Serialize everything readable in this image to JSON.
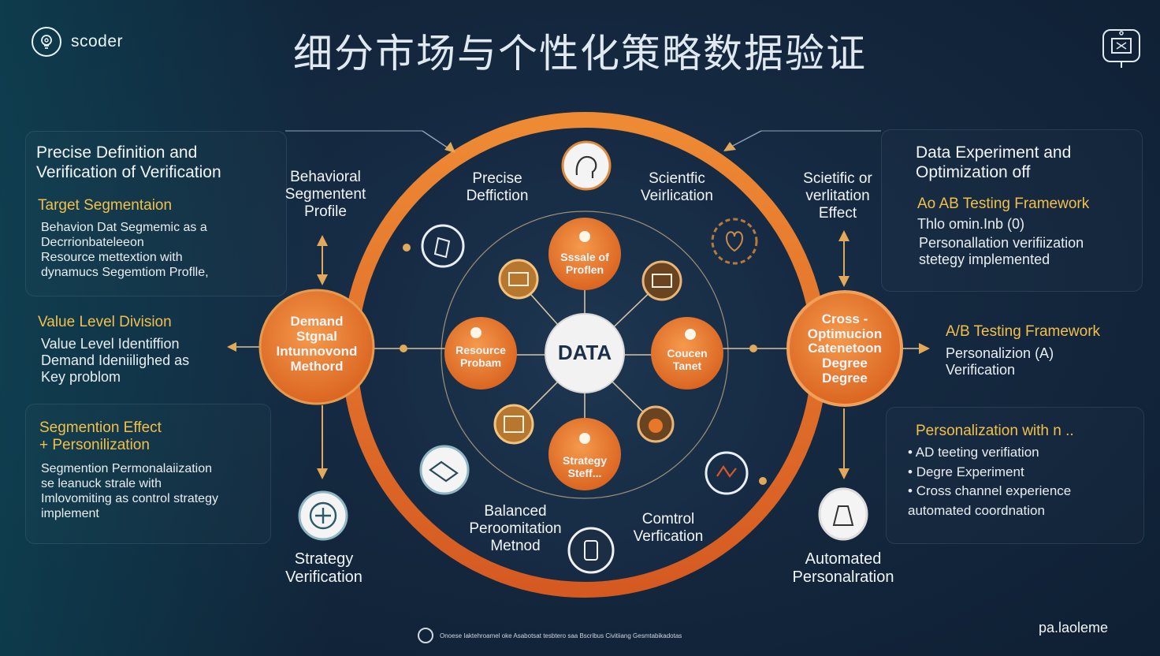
{
  "header": {
    "logo_text": "scoder",
    "title": "细分市场与个性化策略数据验证"
  },
  "left": {
    "panel1": {
      "heading": "Precise Definition and\nVerification of Verification",
      "subheading": "Target Segmentaion",
      "body": "Behavion Dat Segmemic  as a\nDecrrionbateleeon\nResource mettextion with\ndynamucs Segemtiom Proflle,"
    },
    "panel2": {
      "subheading": "Value Level Division",
      "body": "Value Level Identiffion\nDemand  Ideniilighed as\nKey problom"
    },
    "panel3": {
      "subheading": "Segmention Effect\n+ Personilization",
      "body": "Segmention Permonalaiization\nse leanuck strale with\nImlovomiting as control strategy\nimplement"
    }
  },
  "right": {
    "panel1": {
      "heading": "Data Experiment and\nOptimization off",
      "subheading": "Ao AB Testing Framework",
      "line2": "Thlo omin.Inb  (0)",
      "body": "Personallation verifiization\nstetegy implemented"
    },
    "panel2": {
      "subheading": "A/B Testing Framework",
      "body": "Personalizion (A)\nVerification"
    },
    "panel3": {
      "subheading": "Personalization with n ..",
      "bullets": [
        "AD teeting verifiation",
        "Degre  Experiment",
        "Cross channel experience\nautomated coordnation"
      ]
    }
  },
  "diagram": {
    "center": "DATA",
    "left_node": "Demand\nStgnal\nIntunnovond\nMethord",
    "right_node": "Cross -\nOptimucion\nCatenetoon\nDegree\nDegree",
    "inner_top": "Sssale of\nProflen",
    "inner_left": "Resource\nProbam",
    "inner_right": "Coucen\nTanet",
    "inner_bottom": "Strategy\nSteff...",
    "label_behavioral": "Behavioral\nSegmentent\nProfile",
    "label_precise": "Precise\nDeffiction",
    "label_scientific": "Scientfic\nVeirlication",
    "label_scietific_effect": "Scietific or\nverlitation\nEffect",
    "label_balanced": "Balanced\nPeroomitation\nMetnod",
    "label_control": "Comtrol\nVerfication",
    "label_strategy": "Strategy\nVerification",
    "label_automated": "Automated\nPersonalration"
  },
  "footer": {
    "note": "Onoese Iaktehroamel oke Asabotsat tesbtero saa Bscribus Civitiiang Gesmtabikadotas",
    "brand": "pa.laoleme"
  },
  "colors": {
    "orange": "#e8722a",
    "yellow": "#f2c04a",
    "ring": "#e47a2c",
    "background": "#14283f"
  }
}
